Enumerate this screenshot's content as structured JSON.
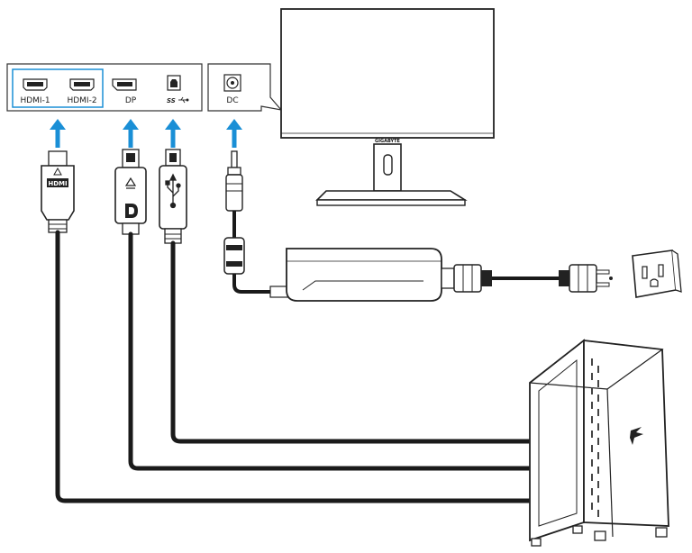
{
  "ports": {
    "hdmi1": "HDMI-1",
    "hdmi2": "HDMI-2",
    "dp": "DP",
    "usb": "SS",
    "dc": "DC"
  },
  "monitor": {
    "brand": "GIGABYTE"
  },
  "colors": {
    "arrow": "#1a8fd6",
    "highlight_box": "#1a8fd6",
    "cable": "#1a1a1a",
    "outline": "#222222"
  },
  "icons": {
    "connection_arrows": "up-arrow-icon",
    "dp_logo": "displayport-logo-icon",
    "usb_logo": "usb-trident-icon",
    "case_logo": "aorus-eagle-icon"
  }
}
